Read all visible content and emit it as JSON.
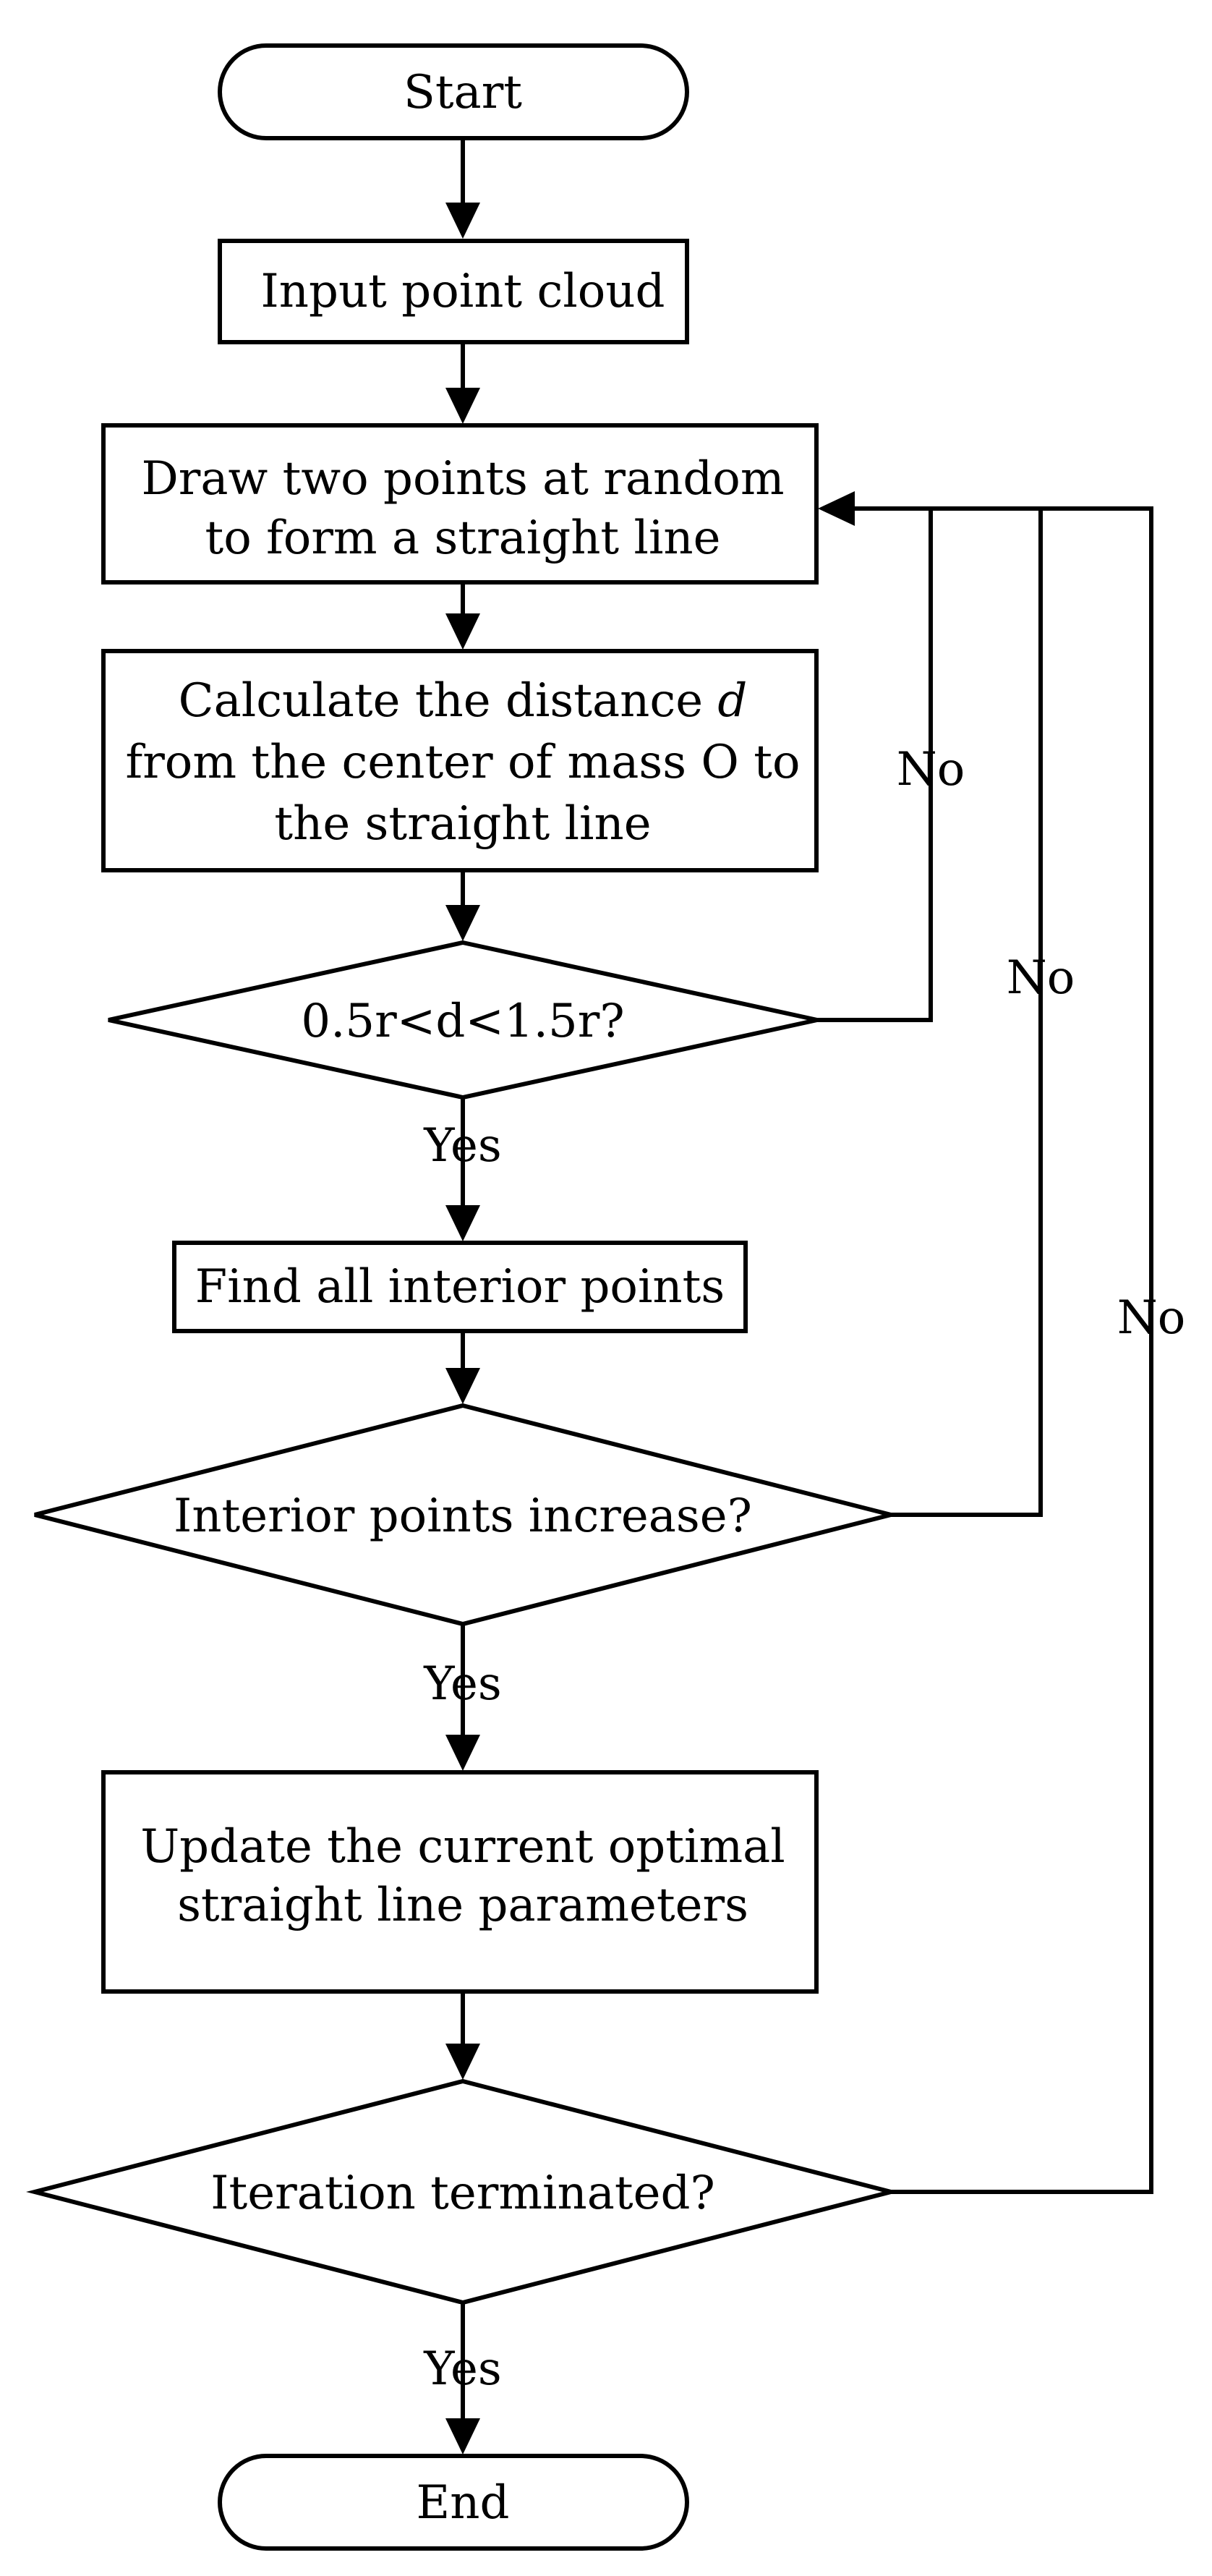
{
  "nodes": {
    "start": {
      "text": "Start"
    },
    "input": {
      "text": "Input point cloud"
    },
    "draw": {
      "lines": [
        "Draw two points at random",
        "to form a straight line"
      ]
    },
    "calculate": {
      "line1_prefix": "Calculate the distance ",
      "line1_var": "d",
      "line2": "from the center of mass O to",
      "line3": "the straight line"
    },
    "decision_distance": {
      "text": "0.5r<d<1.5r?"
    },
    "find_interior": {
      "text": "Find all interior points"
    },
    "decision_interior": {
      "text": "Interior points increase?"
    },
    "update": {
      "lines": [
        "Update the current optimal",
        "straight line parameters"
      ]
    },
    "decision_iteration": {
      "text": "Iteration terminated?"
    },
    "end": {
      "text": "End"
    }
  },
  "edge_labels": {
    "distance_yes": "Yes",
    "distance_no": "No",
    "interior_yes": "Yes",
    "interior_no": "No",
    "iteration_yes": "Yes",
    "iteration_no": "No"
  }
}
